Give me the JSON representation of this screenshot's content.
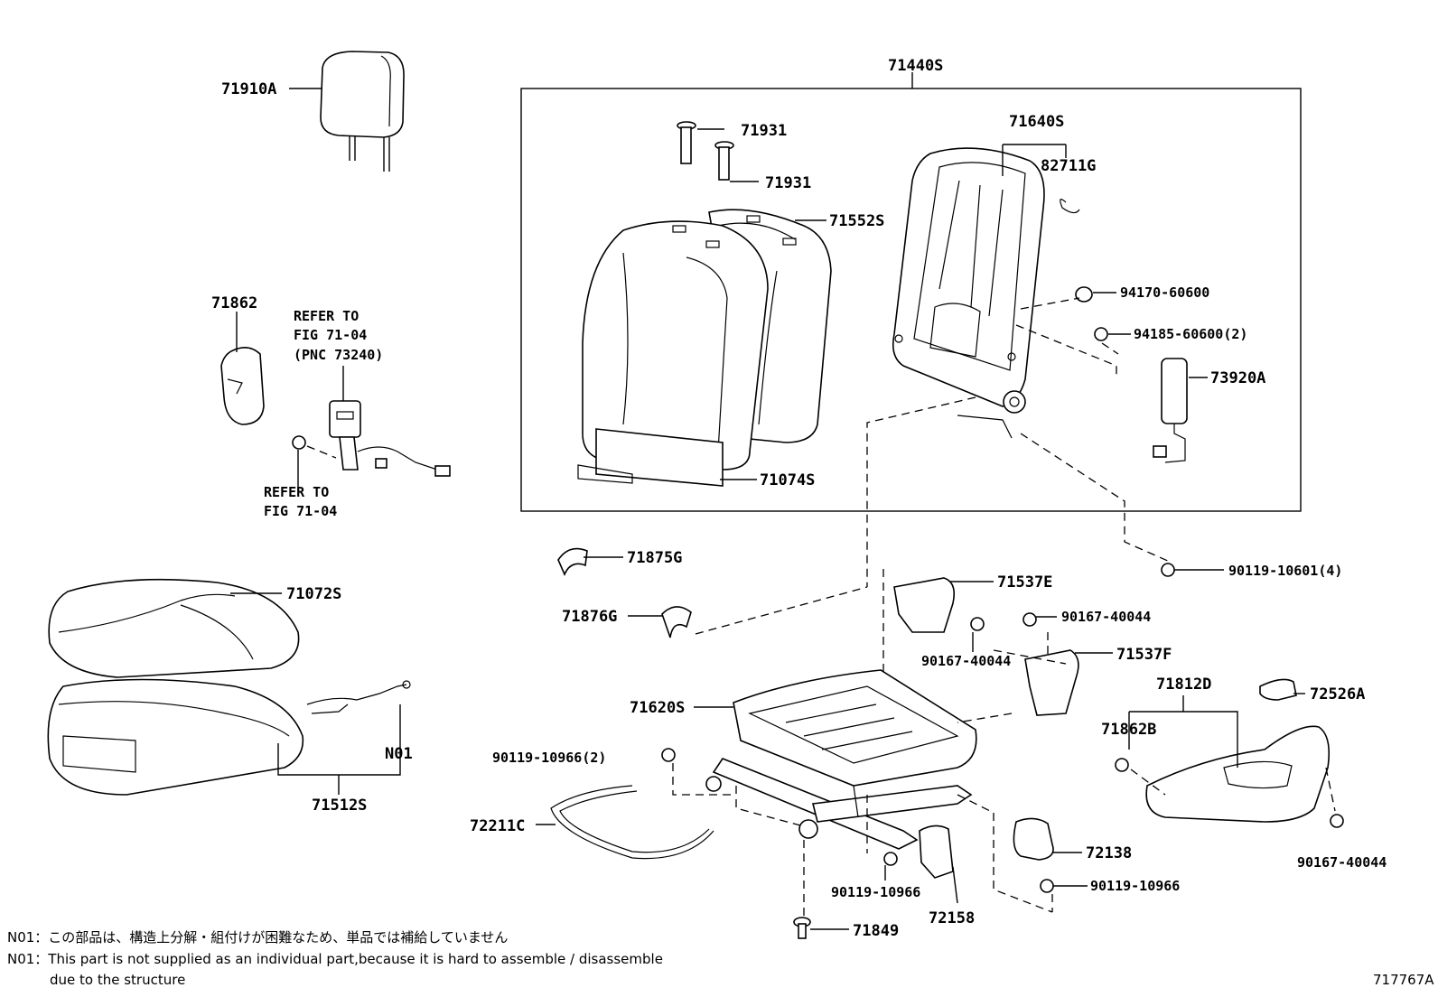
{
  "labels": {
    "p71910A": "71910A",
    "p71440S": "71440S",
    "p71931a": "71931",
    "p71931b": "71931",
    "p71640S": "71640S",
    "p82711G": "82711G",
    "p71552S": "71552S",
    "p94170": "94170-60600",
    "p94185": "94185-60600(2)",
    "p73920A": "73920A",
    "p71074S": "71074S",
    "p71862": "71862",
    "p71875G": "71875G",
    "p90119_10601": "90119-10601(4)",
    "p71537E": "71537E",
    "p90167_a": "90167-40044",
    "p71876G": "71876G",
    "p90167_b": "90167-40044",
    "p71537F": "71537F",
    "p71072S": "71072S",
    "p71812D": "71812D",
    "p72526A": "72526A",
    "p71620S": "71620S",
    "p71862B": "71862B",
    "pN01": "N01",
    "p90119_10966_2": "90119-10966(2)",
    "p71512S": "71512S",
    "p72211C": "72211C",
    "p72138": "72138",
    "p90167_c": "90167-40044",
    "p90119_10966_a": "90119-10966",
    "p90119_10966_b": "90119-10966",
    "p72158": "72158",
    "p71849": "71849"
  },
  "refs": {
    "refer_top_1": "REFER TO",
    "refer_top_2": "FIG 71-04",
    "refer_top_3": "(PNC 73240)",
    "refer_bot_1": "REFER TO",
    "refer_bot_2": "FIG 71-04"
  },
  "notes": {
    "jp": "N01：この部品は、構造上分解・組付けが困難なため、単品では補給していません",
    "en_1": "N01：This part is not supplied as an individual part,because it is hard to assemble / disassemble",
    "en_2": "due to the structure"
  },
  "figure_id": "717767A"
}
